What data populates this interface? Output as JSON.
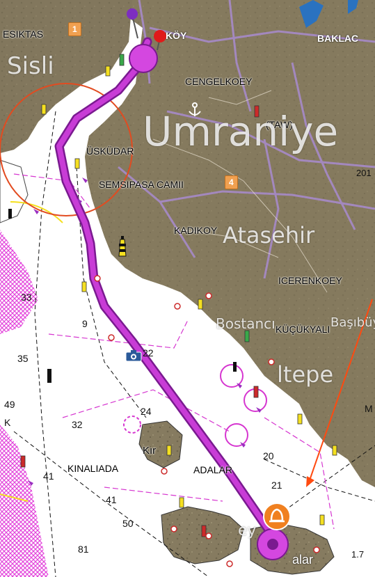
{
  "map": {
    "places": {
      "besiktas": "ESIKTAS",
      "baklac": "BAKLAC",
      "cengelkoey": "CENGELKOEY",
      "uskudar": "ÜSKÜDAR",
      "semsipasa": "SEMSIPASA CAMII",
      "kadikoy": "KADIKOY",
      "icerenkoey": "ICERENKOEY",
      "kucukyali": "KÜÇÜKYALI",
      "kinaliada": "KINALIADA",
      "adalar": "ADALAR",
      "taw": "(TAW)",
      "koy": "KÖY",
      "kir": "Kır",
      "adalar_tail": "alar"
    },
    "districts": {
      "sisli": "Sisli",
      "umraniye": "Umraniye",
      "atasehir": "Atasehir",
      "bostanci": "Bostancı",
      "basibuy": "Başıbüy",
      "maltepe": "ltepe",
      "ey": "ey"
    },
    "road_badges": [
      "1",
      "4"
    ],
    "depths": [
      "33",
      "9",
      "35",
      "22",
      "49",
      "32",
      "24",
      "41",
      "41",
      "20",
      "21",
      "50",
      "81",
      "201",
      "1.7"
    ],
    "letters": {
      "k": "K",
      "m": "M"
    },
    "icons": [
      "camera-icon",
      "anchor-icon",
      "lighthouse-icon",
      "start-pin-icon",
      "end-pin-icon",
      "warning-bell-icon"
    ],
    "colors": {
      "route": "#c83cd6",
      "route_edge": "#7a1a90",
      "land": "#867b60",
      "water": "#ffffff",
      "boundary": "#d636d0",
      "pointer_arrow": "#ff4a10",
      "circle": "#e24b20"
    }
  }
}
